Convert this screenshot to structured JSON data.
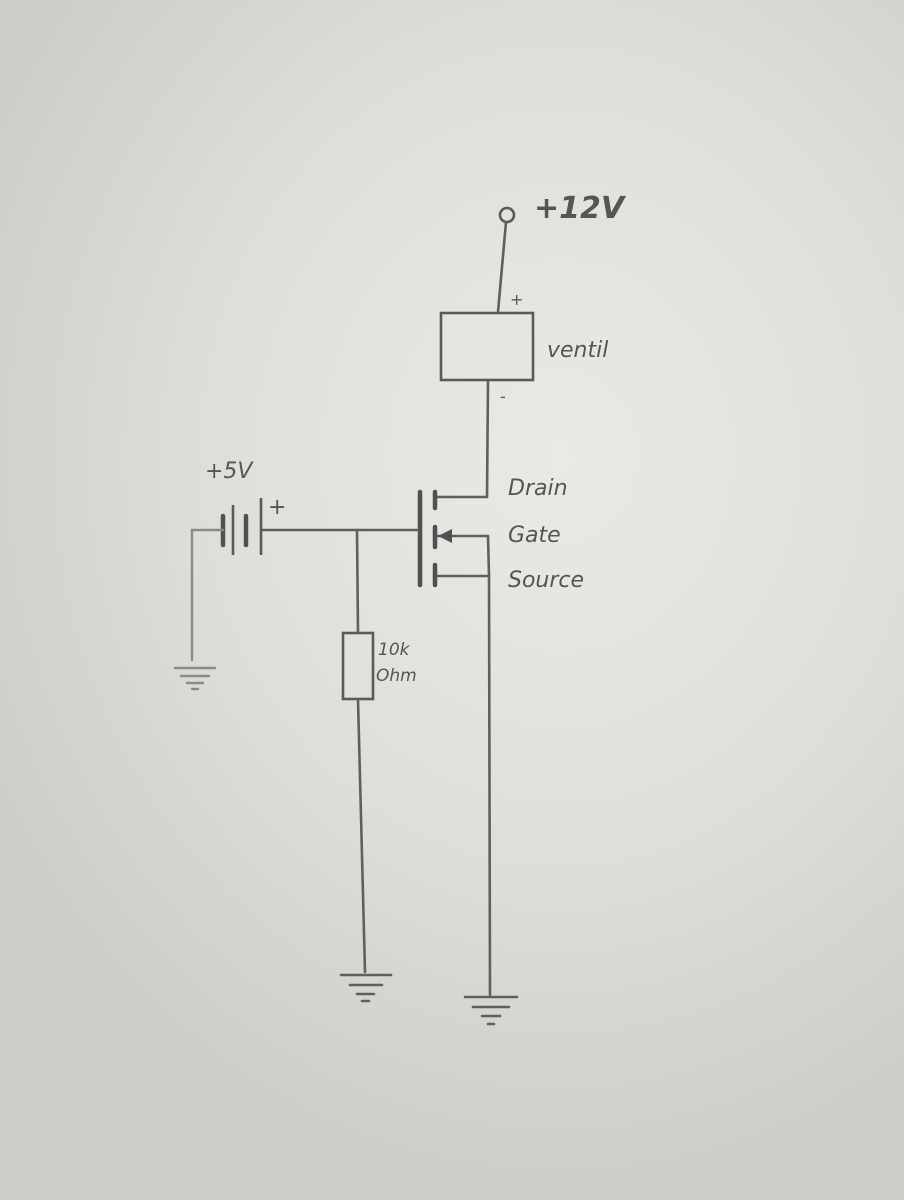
{
  "labels": {
    "supply_12v": "+12V",
    "valve": "ventil",
    "valve_plus": "+",
    "valve_minus": "-",
    "drain": "Drain",
    "gate": "Gate",
    "source": "Source",
    "supply_5v": "+5V",
    "battery_plus": "+",
    "resistor_value": "10k",
    "resistor_unit": "Ohm"
  },
  "colors": {
    "paper": "#e6e4e0",
    "pencil": "#5f5f5d"
  }
}
